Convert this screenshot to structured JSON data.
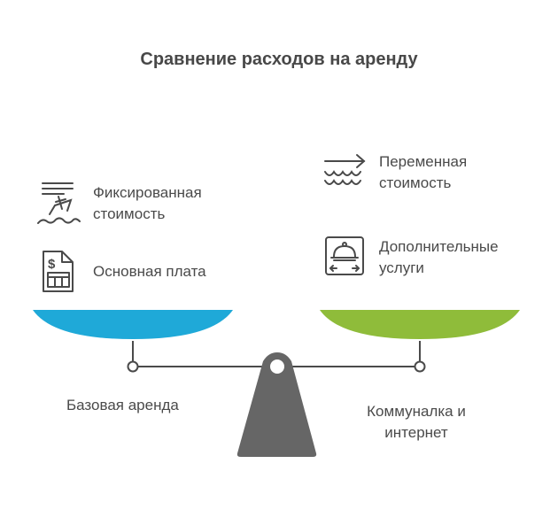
{
  "title": "Сравнение расходов на аренду",
  "left": {
    "pan_color": "#1fa9d8",
    "label": "Базовая аренда",
    "items": [
      {
        "icon": "sinking-ship-icon",
        "line1": "Фиксированная",
        "line2": "стоимость"
      },
      {
        "icon": "invoice-dollar-icon",
        "line1": "Основная плата",
        "line2": ""
      }
    ]
  },
  "right": {
    "pan_color": "#8fbc3a",
    "label_line1": "Коммуналка и",
    "label_line2": "интернет",
    "items": [
      {
        "icon": "waves-arrow-icon",
        "line1": "Переменная",
        "line2": "стоимость"
      },
      {
        "icon": "cloche-service-icon",
        "line1": "Дополнительные",
        "line2": "услуги"
      }
    ]
  },
  "colors": {
    "stroke": "#4a4a4a",
    "fulcrum": "#666666"
  }
}
